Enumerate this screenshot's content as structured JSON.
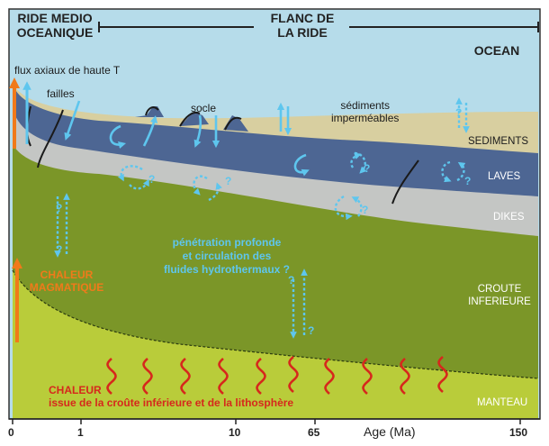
{
  "header": {
    "left_title_line1": "RIDE MEDIO",
    "left_title_line2": "OCEANIQUE",
    "mid_title_line1": "FLANC DE",
    "mid_title_line2": "LA RIDE",
    "right_title": "OCEAN"
  },
  "annotations": {
    "flux_axiaux": "flux axiaux de haute T",
    "failles": "failles",
    "socle": "socle",
    "sediments_imper_line1": "sédiments",
    "sediments_imper_line2": "imperméables",
    "penetration_line1": "pénétration profonde",
    "penetration_line2": "et circulation des",
    "penetration_line3": "fluides hydrothermaux ?",
    "chaleur_magma_line1": "CHALEUR",
    "chaleur_magma_line2": "MAGMATIQUE",
    "chaleur_line1": "CHALEUR",
    "chaleur_line2": "issue de la croûte inférieure et de la lithosphère",
    "question_mark": "?"
  },
  "layers": {
    "sediments": "SEDIMENTS",
    "laves": "LAVES",
    "dikes": "DIKES",
    "croute_line1": "CROUTE",
    "croute_line2": "INFERIEURE",
    "manteau": "MANTEAU"
  },
  "axis": {
    "label": "Age (Ma)",
    "ticks": [
      "0",
      "1",
      "10",
      "65",
      "150"
    ]
  },
  "colors": {
    "ocean": "#b6dcea",
    "sediments": "#d8cfa0",
    "laves": "#4d6693",
    "dikes": "#c4c6c4",
    "croute": "#7b9628",
    "manteau": "#b9cc3a",
    "fluid_arrows": "#5ec6ee",
    "heat": "#d6281c",
    "magma": "#f07a1a"
  }
}
